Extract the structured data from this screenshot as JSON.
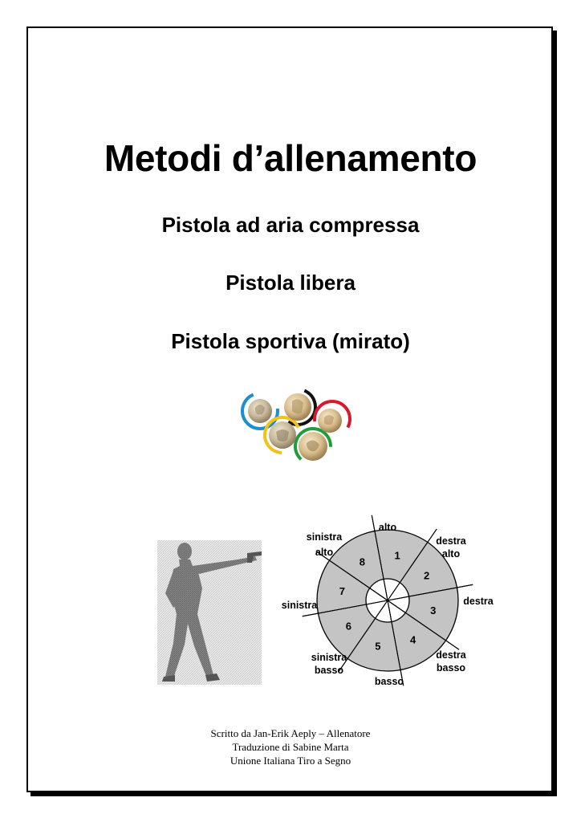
{
  "document": {
    "title": "Metodi d’allenamento",
    "subtitles": [
      "Pistola ad aria compressa",
      "Pistola libera",
      "Pistola sportiva (mirato)"
    ]
  },
  "target": {
    "sectors": [
      "1",
      "2",
      "3",
      "4",
      "5",
      "6",
      "7",
      "8"
    ],
    "labels": {
      "alto": "alto",
      "destra_alto": [
        "destra",
        "alto"
      ],
      "destra": "destra",
      "destra_basso": [
        "destra",
        "basso"
      ],
      "basso": "basso",
      "sinistra_basso": [
        "sinistra",
        "basso"
      ],
      "sinistra": "sinistra",
      "sinistra_alto": [
        "sinistra",
        "alto"
      ]
    }
  },
  "footer": {
    "line1": "Scritto da Jan-Erik Aeply – Allenatore",
    "line2": "Traduzione di Sabine Marta",
    "line3": "Unione Italiana Tiro a Segno"
  },
  "colors": {
    "ring_blue": "#1a8fd6",
    "ring_yellow": "#f2c21a",
    "ring_black": "#111111",
    "ring_green": "#1e9e3a",
    "ring_red": "#d8192b",
    "target_fill": "#c4c4c4"
  }
}
